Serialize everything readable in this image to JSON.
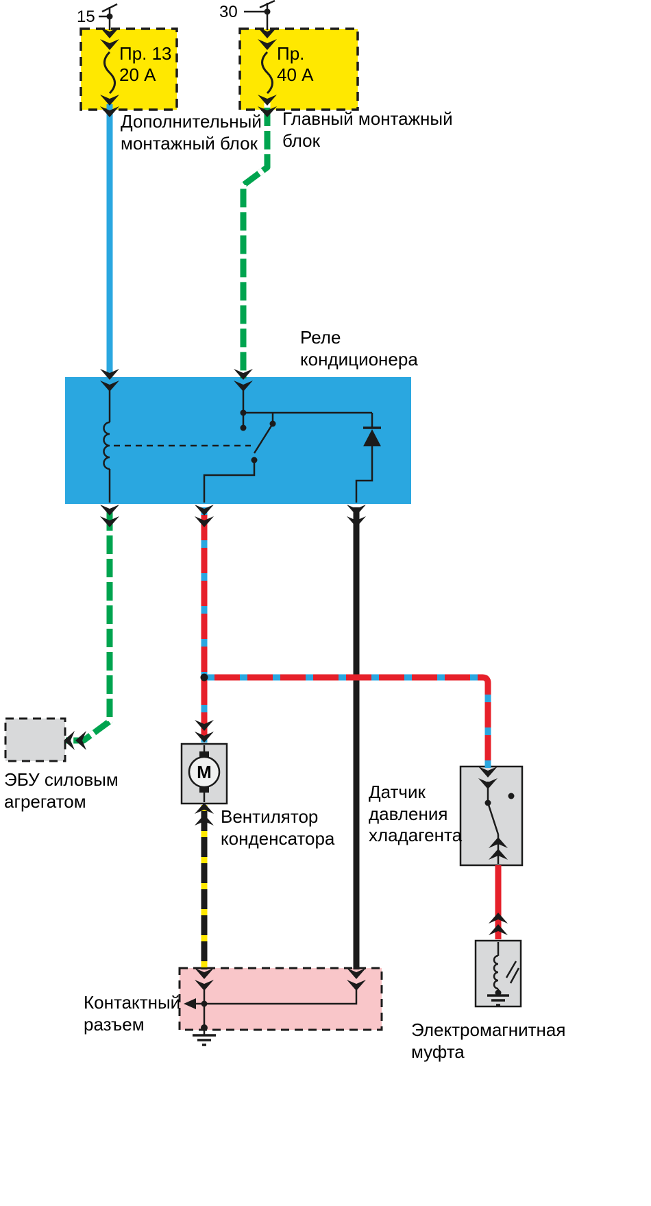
{
  "diagram": {
    "terminals": {
      "t15": "15",
      "t30": "30"
    },
    "fuses": {
      "fuse1": "Пр. 13\n20 А",
      "fuse2": "Пр.\n40 А"
    },
    "components": {
      "aux_block": "Дополнительный\nмонтажный блок",
      "main_block": "Главный монтажный\nблок",
      "ac_relay": "Реле\nкондиционера",
      "ecu": "ЭБУ силовым\nагрегатом",
      "condenser_fan": "Вентилятор\nконденсатора",
      "pressure_sensor": "Датчик\nдавления\nхладагента",
      "contact_connector": "Контактный\nразъем",
      "em_clutch": "Электромагнитная\nмуфта",
      "motor_letter": "М"
    },
    "colors": {
      "background": "#FFFFFF",
      "line_black": "#1B1B1B",
      "fuse_box_fill": "#FFE800",
      "relay_fill": "#2AA7E0",
      "wire_blue": "#2AA7E0",
      "wire_green": "#00A44F",
      "wire_red": "#E6202A",
      "wire_black": "#1B1B1B",
      "stripe_white": "#FFFFFF",
      "stripe_yellow": "#FFE800",
      "connector_fill": "#F9C6C9",
      "component_fill": "#D8D9DA"
    }
  }
}
